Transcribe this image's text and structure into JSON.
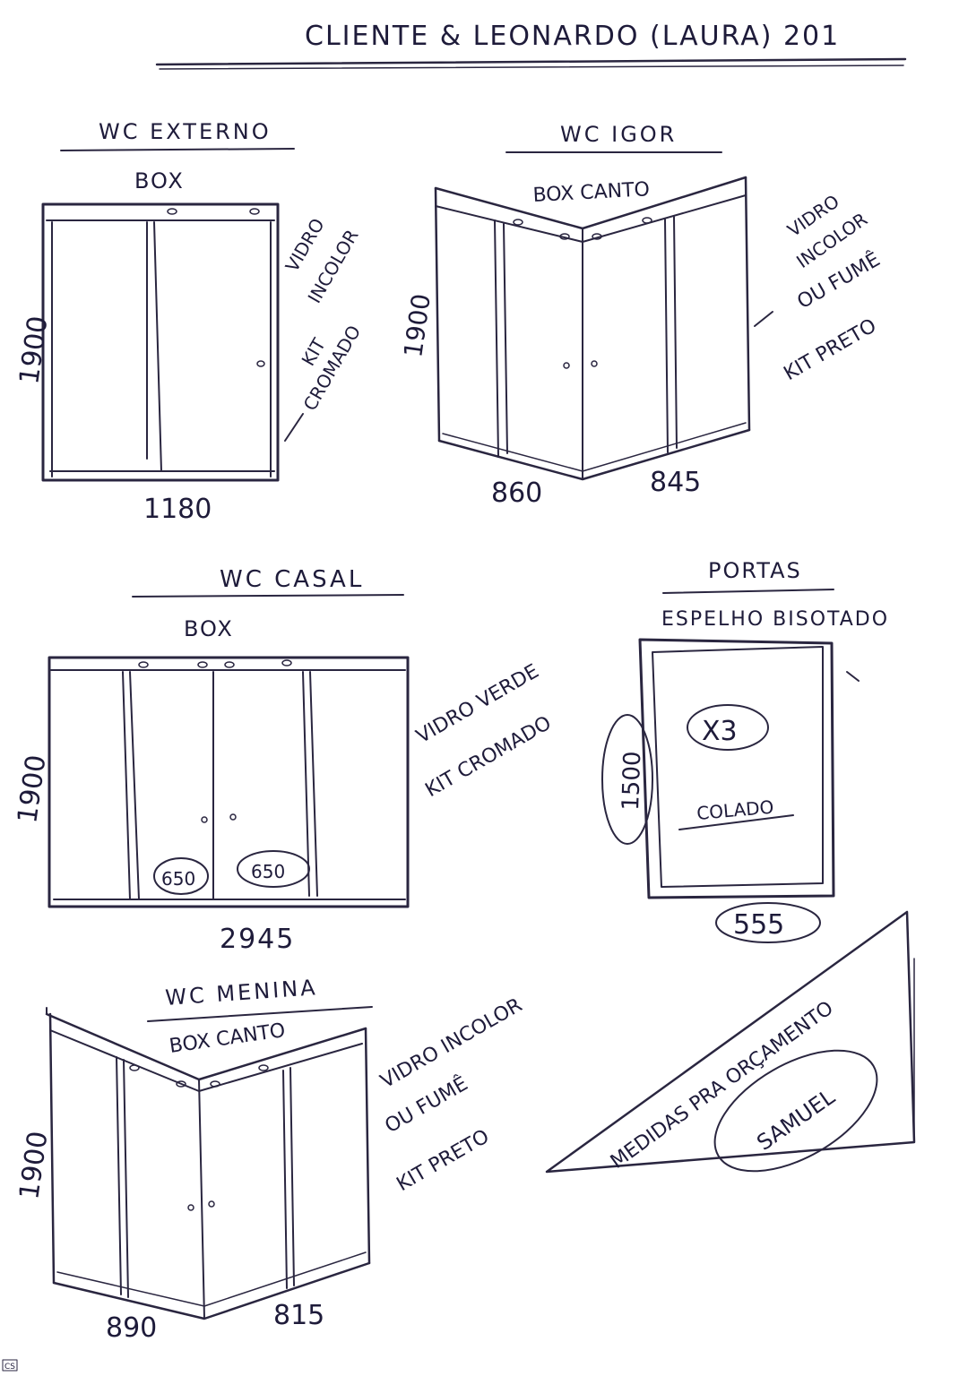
{
  "header": {
    "title": "CLIENTE & LEONARDO (LAURA) 201"
  },
  "wc_externo": {
    "title": "WC EXTERNO",
    "type": "BOX",
    "height": "1900",
    "width": "1180",
    "note_glass_1": "VIDRO",
    "note_glass_2": "INCOLOR",
    "note_kit_1": "KIT",
    "note_kit_2": "CROMADO"
  },
  "wc_igor": {
    "title": "WC IGOR",
    "type": "BOX CANTO",
    "height": "1900",
    "width_left": "860",
    "width_right": "845",
    "note_1": "VIDRO",
    "note_2": "INCOLOR",
    "note_3": "OU FUMÊ",
    "note_4": "KIT PRETO"
  },
  "wc_casal": {
    "title": "WC CASAL",
    "type": "BOX",
    "height": "1900",
    "width": "2945",
    "door_1": "650",
    "door_2": "650",
    "note_glass": "VIDRO VERDE",
    "note_kit": "KIT CROMADO"
  },
  "portas": {
    "title": "PORTAS",
    "subtitle": "ESPELHO BISOTADO",
    "quantity": "X3",
    "note": "COLADO",
    "height": "1500",
    "width": "555"
  },
  "wc_menina": {
    "title": "WC MENINA",
    "type": "BOX CANTO",
    "height": "1900",
    "width_left": "890",
    "width_right": "815",
    "note_1": "VIDRO INCOLOR",
    "note_2": "OU FUMÊ",
    "note_3": "KIT PRETO"
  },
  "footer_note": {
    "text": "MEDIDAS PRA ORÇAMENTO",
    "signature": "SAMUEL"
  },
  "scanner_badge": "CS"
}
